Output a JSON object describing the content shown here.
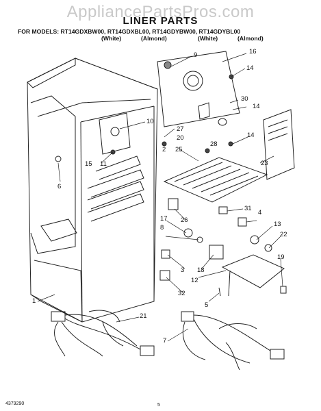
{
  "watermark": "AppliancePartsPros.com",
  "title": "LINER PARTS",
  "models_line": "FOR MODELS: RT14GDXBW00, RT14GDXBL00, RT14GDYBW00, RT14GDYBL00",
  "color_labels": [
    "(White)",
    "(Almond)",
    "(White)",
    "(Almond)"
  ],
  "callouts": [
    "9",
    "16",
    "14",
    "30",
    "14",
    "10",
    "27",
    "20",
    "28",
    "14",
    "2",
    "25",
    "23",
    "15",
    "11",
    "6",
    "31",
    "4",
    "26",
    "17",
    "8",
    "13",
    "22",
    "19",
    "3",
    "18",
    "12",
    "32",
    "5",
    "1",
    "21",
    "7"
  ],
  "doc_number": "4379290",
  "page_number": "5"
}
